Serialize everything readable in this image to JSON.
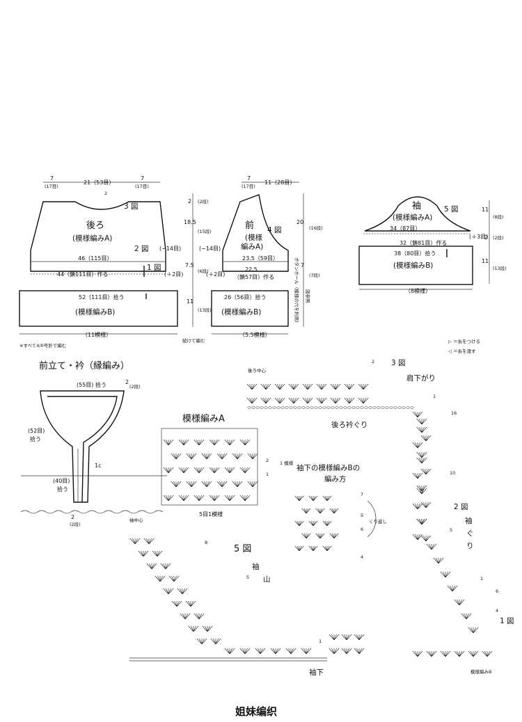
{
  "pieces": {
    "back": {
      "dim_top_left": "7",
      "dim_top_left_sts": "(17目)",
      "dim_top_mid": "21（53目）",
      "dim_top_right": "7",
      "dim_top_right_sts": "(17目)",
      "neck_rows": "2",
      "title": "後ろ",
      "pattern": "(模様編みA)",
      "fig3": "3 図",
      "fig2": "2 図",
      "fig1": "1 図",
      "dec": "(−14目)",
      "width": "46（115目）",
      "chain": "44（鎖111目）作る",
      "inc": "(＋2目)",
      "pickup": "52（111目）拾う",
      "border": "(模様編みB)",
      "motifs": "（11模様）",
      "note": "※すべて4/0号針で編む"
    },
    "back_side": {
      "a": "2",
      "a_rows": "(2段)",
      "b": "18.5",
      "b_rows": "(15段)",
      "c": "7.5",
      "c_rows": "(6段)",
      "d": "11",
      "d_rows": "(13段)",
      "join": "続けて編む"
    },
    "front": {
      "dim_top_left": "7",
      "dim_top_left_sts": "(17目)",
      "dim_top_mid": "11（28目）",
      "title": "前",
      "pattern": "(模様",
      "pattern2": "編みA)",
      "fig4": "4 図",
      "dec": "(−14目)",
      "width": "23.5（59目）",
      "inc": "(＋2目)",
      "chain_a": "22.5",
      "chain_b": "（鎖57目）作る",
      "pickup": "26（56目）拾う",
      "border": "(模様編みB)",
      "motifs": "（5.5模様）"
    },
    "front_side": {
      "a": "20",
      "a_rows": "(16段)",
      "b": "7",
      "b_rows": "(7段)",
      "buttonhole": "ボタンホール（模様の穴を利用）",
      "ref": "図参照"
    },
    "sleeve": {
      "title": "袖",
      "pattern": "(模様編みA)",
      "fig5": "5 図",
      "chain": "34（87目）",
      "pickup": "32（鎖81目）作る",
      "pickup2": "38（80目）拾う",
      "border": "(模様編みB)",
      "inc": "(＋3目)",
      "motifs": "（8模様）",
      "a": "11",
      "a_rows": "(8段)",
      "b": "2",
      "b_rows": "(2段)",
      "c": "11",
      "c_rows": "(13段)"
    },
    "legend": {
      "attach": "▷ ＝糸をつける",
      "cut": "◁ ＝糸を渡す"
    }
  },
  "collar": {
    "title": "前立て・衿（縁編み）",
    "pickup": "(55目) 拾う",
    "rows_top": "2",
    "rows_top_unit": "(2段)",
    "side": "(52目)",
    "side2": "拾う",
    "mark": "1c",
    "bottom": "(40目)",
    "bottom2": "拾う",
    "rows_bottom": "2",
    "rows_bottom_unit": "(2段)"
  },
  "chart_a": {
    "title": "模様編みA",
    "rep": "1 模様",
    "r2": "2",
    "r1": "1",
    "footer": "5目1模様"
  },
  "chart_b": {
    "title1": "袖下の模様編みBの",
    "title2": "編み方",
    "repeat": "くり返し",
    "r7": "7",
    "r6": "6",
    "r5": "5",
    "r4": "4"
  },
  "fig3": {
    "title": "3 図",
    "center": "後ろ中心",
    "shoulder": "肩下がり",
    "neck": "後ろ衿ぐり",
    "r2": "2",
    "r1": "1",
    "r16": "16",
    "r10": "10"
  },
  "fig2": {
    "title": "2 図",
    "armhole1": "袖",
    "armhole2": "ぐ",
    "armhole3": "り",
    "r5": "5",
    "r1": "1",
    "r6": "6",
    "r4": "4",
    "fig1": "1 図",
    "border": "模様編みB"
  },
  "fig5": {
    "title": "5 図",
    "center": "袖中心",
    "cap1": "袖",
    "cap2": "山",
    "r8": "8",
    "r5": "5",
    "r1": "1",
    "underarm": "袖下"
  },
  "footer": {
    "watermark": "姐妹编织"
  }
}
